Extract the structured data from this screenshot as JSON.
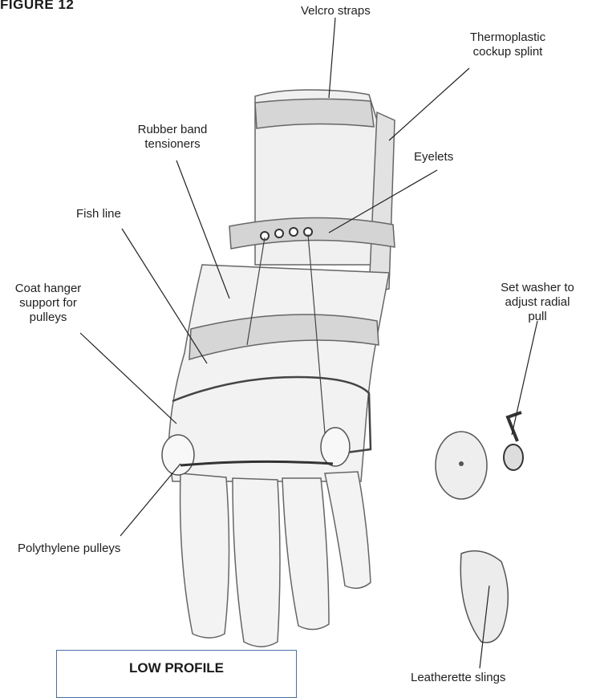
{
  "figure": {
    "title": "FIGURE 12",
    "caption": "LOW PROFILE"
  },
  "labels": {
    "velcro_straps": "Velcro straps",
    "thermoplastic_line1": "Thermoplastic",
    "thermoplastic_line2": "cockup splint",
    "rubber_band_line1": "Rubber band",
    "rubber_band_line2": "tensioners",
    "eyelets": "Eyelets",
    "fish_line": "Fish line",
    "coat_hanger_line1": "Coat hanger",
    "coat_hanger_line2": "support for",
    "coat_hanger_line3": "pulleys",
    "set_washer_line1": "Set washer to",
    "set_washer_line2": "adjust radial",
    "set_washer_line3": "pull",
    "polythylene_pulleys": "Polythylene pulleys",
    "leatherette_slings": "Leatherette slings"
  },
  "colors": {
    "outline": "#555555",
    "shade": "#d9d9d9",
    "caption_border": "#4a6fa5"
  }
}
